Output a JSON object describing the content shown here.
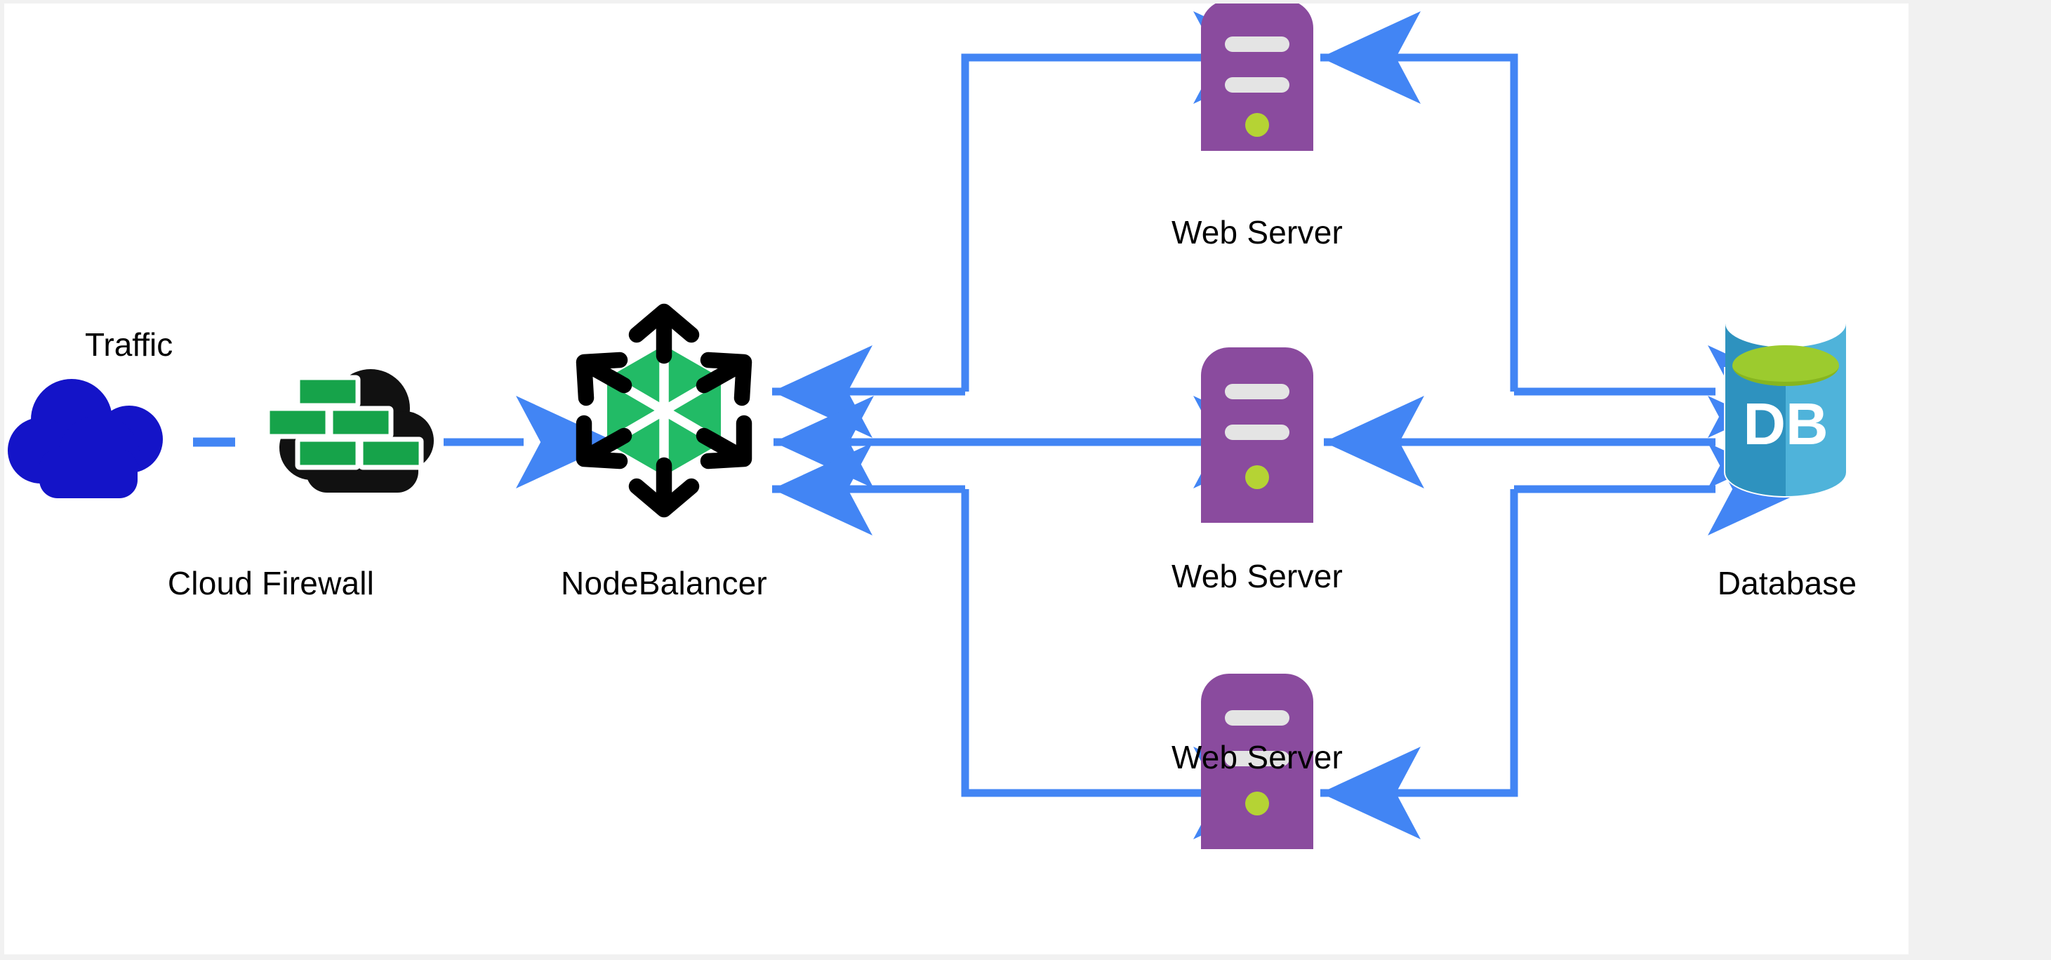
{
  "page": {
    "background_color": "#f1f1f1",
    "canvas_color": "#ffffff",
    "title": "NodeBalancer Web Architecture Diagram"
  },
  "palette": {
    "arrow_blue": "#4285f4",
    "cloud_blue": "#1414c8",
    "firewall_black": "#111111",
    "firewall_brick_green": "#16a34a",
    "nodebalancer_green": "#22bb66",
    "nodebalancer_black": "#000000",
    "server_purple": "#8a4b9e",
    "server_bar_gray": "#e4e4e4",
    "server_led_green": "#b5d334",
    "db_top_green": "#9ccb2e",
    "db_body_dark": "#2e92bf",
    "db_body_light": "#4fb3da",
    "db_text_white": "#ffffff",
    "label_black": "#000000"
  },
  "nodes": [
    {
      "id": "traffic-cloud",
      "icon": "cloud-icon",
      "label": "Traffic",
      "label_position": "above-right"
    },
    {
      "id": "cloud-firewall",
      "icon": "firewall-icon",
      "label": "Cloud Firewall"
    },
    {
      "id": "nodebalancer",
      "icon": "nodebalancer-icon",
      "label": "NodeBalancer"
    },
    {
      "id": "web-server-1",
      "icon": "server-icon",
      "label": "Web Server"
    },
    {
      "id": "web-server-2",
      "icon": "server-icon",
      "label": "Web Server"
    },
    {
      "id": "web-server-3",
      "icon": "server-icon",
      "label": "Web Server"
    },
    {
      "id": "database",
      "icon": "database-icon",
      "label": "Database",
      "badge": "DB"
    }
  ],
  "labels": {
    "traffic": "Traffic",
    "cloud_firewall": "Cloud Firewall",
    "nodebalancer": "NodeBalancer",
    "web_server_1": "Web Server",
    "web_server_2": "Web Server",
    "web_server_3": "Web Server",
    "database": "Database",
    "db_badge": "DB"
  },
  "connections": [
    {
      "id": "traffic-to-firewall",
      "from": "traffic-cloud",
      "to": "cloud-firewall",
      "style": "dashed",
      "arrow": "none"
    },
    {
      "id": "firewall-to-nodebalancer",
      "from": "cloud-firewall",
      "to": "nodebalancer",
      "style": "solid",
      "arrow": "forward"
    },
    {
      "id": "nodebalancer-to-server-1",
      "from": "nodebalancer",
      "to": "web-server-1",
      "style": "orthogonal",
      "arrow": "both-ends-separate"
    },
    {
      "id": "nodebalancer-to-server-2",
      "from": "nodebalancer",
      "to": "web-server-2",
      "style": "straight",
      "arrow": "double"
    },
    {
      "id": "nodebalancer-to-server-3",
      "from": "nodebalancer",
      "to": "web-server-3",
      "style": "orthogonal",
      "arrow": "both-ends-separate"
    },
    {
      "id": "server-1-to-database",
      "from": "web-server-1",
      "to": "database",
      "style": "orthogonal",
      "arrow": "both-ends-separate"
    },
    {
      "id": "server-2-to-database",
      "from": "web-server-2",
      "to": "database",
      "style": "straight",
      "arrow": "double"
    },
    {
      "id": "server-3-to-database",
      "from": "web-server-3",
      "to": "database",
      "style": "orthogonal",
      "arrow": "both-ends-separate"
    }
  ]
}
